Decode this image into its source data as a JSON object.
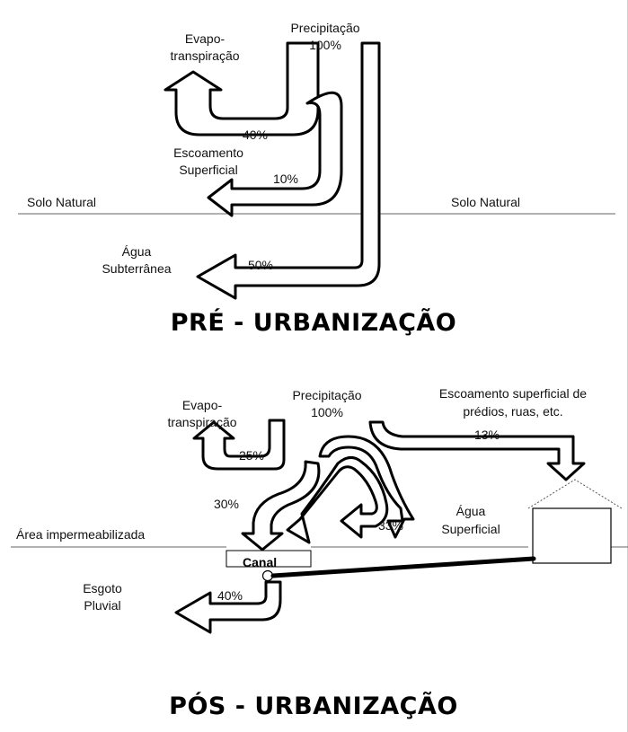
{
  "pre": {
    "title": "PRÉ - URBANIZAÇÃO",
    "precip_label": "Precipitação",
    "precip_value": "100%",
    "evapo_line1": "Evapo-",
    "evapo_line2": "transpiração",
    "evapo_value": "40%",
    "surface_line1": "Escoamento",
    "surface_line2": "Superficial",
    "surface_value": "10%",
    "ground_left": "Solo Natural",
    "ground_right": "Solo Natural",
    "groundwater_line1": "Água",
    "groundwater_line2": "Subterrânea",
    "groundwater_value": "50%"
  },
  "post": {
    "title": "PÓS - URBANIZAÇÃO",
    "precip_label": "Precipitação",
    "precip_value": "100%",
    "evapo_line1": "Evapo-",
    "evapo_line2": "transpiração",
    "evapo_value": "25%",
    "roof_runoff_line1": "Escoamento superficial de",
    "roof_runoff_line2": "prédios, ruas, etc.",
    "roof_runoff_value": "13%",
    "impervious_value": "30%",
    "surface_water_value": "33%",
    "surface_water_line1": "Água",
    "surface_water_line2": "Superficial",
    "ground_label": "Área impermeabilizada",
    "canal_label": "Canal",
    "sewer_line1": "Esgoto",
    "sewer_line2": "Pluvial",
    "sewer_value": "40%"
  },
  "colors": {
    "stroke": "#000000",
    "ground_line": "#999999",
    "arrow_fill": "#ffffff"
  }
}
